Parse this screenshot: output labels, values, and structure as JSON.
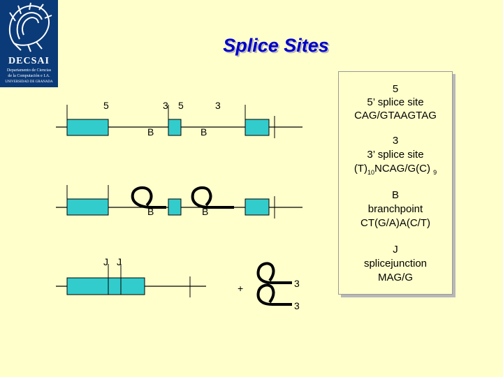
{
  "logo": {
    "name": "DECSAI",
    "line1": "Departamento de Ciencias",
    "line2": "de la Computación e I.A.",
    "line3": "UNIVERSIDAD DE GRANADA"
  },
  "title": "Splice Sites",
  "diagram": {
    "row1_label_5_left": "5",
    "row1_label_3": "3",
    "row1_label_5_mid": "5",
    "row1_label_3_right": "3",
    "row1_b_left": "B",
    "row1_b_right": "B",
    "row2_b_left": "B",
    "row2_b_right": "B",
    "row3_j_left": "J",
    "row3_j_right": "J",
    "plus": "+",
    "lariat_3_top": "3",
    "lariat_3_bottom": "3"
  },
  "info": {
    "five": {
      "num": "5",
      "name": "5’ splice site",
      "seq": "CAG/GTAAGTAG"
    },
    "three": {
      "num": "3",
      "name": "3’ splice site",
      "seq_pre": "(T)",
      "seq_sub": "10",
      "seq_post": "NCAG/G(C)",
      "seq_sub2": "9"
    },
    "branch": {
      "num": "B",
      "name": "branchpoint",
      "seq": "CT(G/A)A(C/T)"
    },
    "junction": {
      "num": "J",
      "name": "splicejunction",
      "seq": "MAG/G"
    }
  }
}
